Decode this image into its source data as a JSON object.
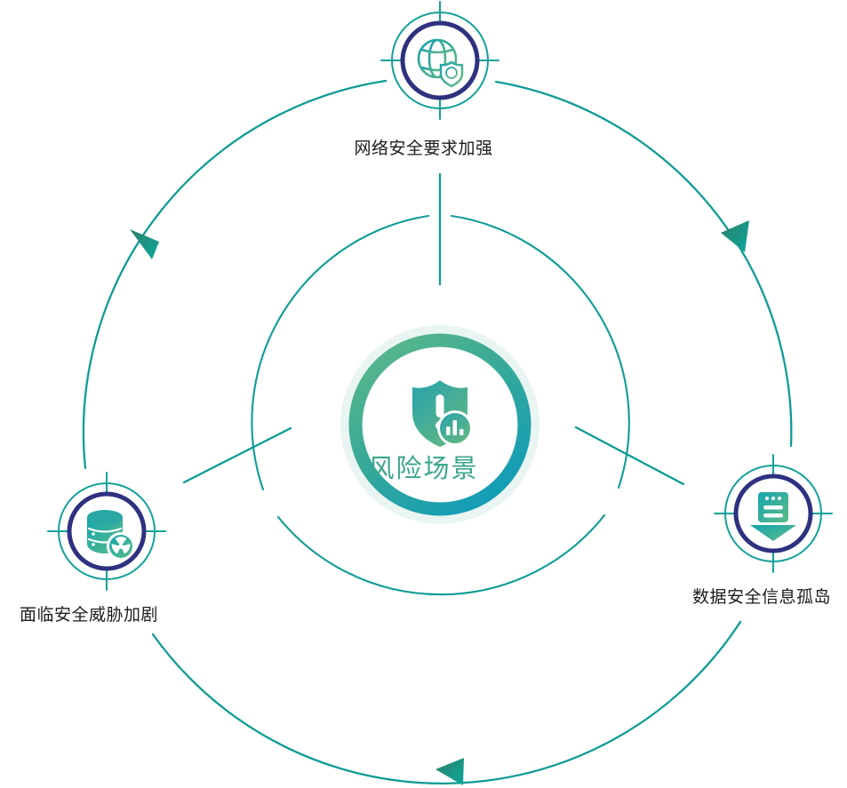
{
  "diagram": {
    "type": "radial-cycle",
    "title_center": "风险场景",
    "center_icon": "shield-alert-chart-icon",
    "direction": "counter-clockwise",
    "nodes": [
      {
        "id": "top",
        "label": "网络安全要求加强",
        "icon": "globe-shield-target-icon",
        "position": "top"
      },
      {
        "id": "left",
        "label": "面临安全威胁加剧",
        "icon": "database-radiation-target-icon",
        "position": "bottom-left"
      },
      {
        "id": "right",
        "label": "数据安全信息孤岛",
        "icon": "document-download-target-icon",
        "position": "bottom-right"
      }
    ],
    "colors": {
      "teal": "#0d9a93",
      "teal_dark": "#0e8f8a",
      "navy": "#2e3180",
      "green": "#4fb08c",
      "center_text": "#3ba68d",
      "label_text": "#1c1c20",
      "halo": "#e8f5f2",
      "background": "#ffffff"
    }
  }
}
